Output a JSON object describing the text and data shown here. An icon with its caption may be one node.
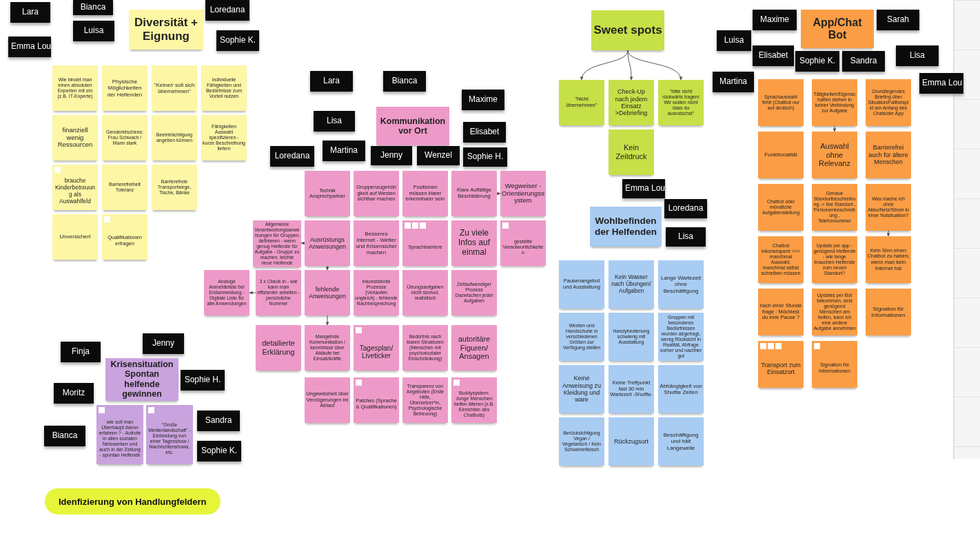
{
  "diagram": {
    "title": "Idenfizierung von Handlungfeldern",
    "nodes": [
      {
        "text": [
          "Lara"
        ]
      },
      {
        "text": [
          "Bianca"
        ]
      },
      {
        "text": [
          "Luisa"
        ]
      },
      {
        "text": [
          "Emma Lou"
        ]
      },
      {
        "text": [
          "Diversität + Eignung"
        ]
      },
      {
        "text": [
          "Loredana"
        ]
      },
      {
        "text": [
          "Sophie K."
        ]
      },
      {
        "text": [
          "Wie bindet man einen absoluten Experten mit ein (z.B. IT-Experte)"
        ]
      },
      {
        "text": [
          "Physische Möglichkeiten der Helfenden"
        ]
      },
      {
        "text": [
          "\"Keine/r soll sich übernehmen\""
        ]
      },
      {
        "text": [
          "Individuelle Fähigkeiten und Bedürfnisse zum Vorteil nutzen"
        ]
      },
      {
        "text": [
          "finanziell wenig Ressourcen"
        ]
      },
      {
        "text": [
          "Genderklischees: Frau Schwach / Mann stark"
        ]
      },
      {
        "text": [
          "Beeinträchtigung angeben können"
        ]
      },
      {
        "text": [
          "Fähigkeiten Auswahl spezifizieren - kurze Beschreibung liefern"
        ]
      },
      {
        "text": [
          "brauche Kinderbetreuung als Auswahlfeld"
        ]
      },
      {
        "text": [
          "Barrierefreiheit Toleranz"
        ]
      },
      {
        "text": [
          "Barrierefreie Transportwege, Tische, Bänke"
        ]
      },
      {
        "text": [
          "Unversichert"
        ]
      },
      {
        "text": [
          "Qualifikationen erfragen"
        ]
      },
      {
        "text": [
          "Lara"
        ]
      },
      {
        "text": [
          "Bianca"
        ]
      },
      {
        "text": [
          "Maxime"
        ]
      },
      {
        "text": [
          "Lisa"
        ]
      },
      {
        "text": [
          "Kommunikation vor Ort"
        ]
      },
      {
        "text": [
          "Elisabet"
        ]
      },
      {
        "text": [
          "Loredana"
        ]
      },
      {
        "text": [
          "Martina"
        ]
      },
      {
        "text": [
          "Jenny"
        ]
      },
      {
        "text": [
          "Wenzel"
        ]
      },
      {
        "text": [
          "Sophie H."
        ]
      },
      {
        "text": [
          "Technik Ansprechpartner"
        ]
      },
      {
        "text": [
          "Gruppenzugehörigkeit auf Westen sichtbar machen"
        ]
      },
      {
        "text": [
          "Positionen müssen klarer erkennbarer sein"
        ]
      },
      {
        "text": [
          "Klare Auffällige Beschilderung"
        ]
      },
      {
        "text": [
          "Wegweiser - Orientierungssystem"
        ]
      },
      {
        "text": [
          "Allgemeine Verantwortungsanweisungen für Gruppen definieren - wenn genug Helfende für Aufgabe - Gruppe zu machen, leichte neue Helfende"
        ]
      },
      {
        "text": [
          "Ausrüstungs Anweisungen"
        ]
      },
      {
        "text": [
          "Besseres Internet - Wetter und Krisensicher machen"
        ]
      },
      {
        "text": [
          "Sprachbarriere"
        ]
      },
      {
        "text": [
          "Zu viele Infos auf einmal"
        ]
      },
      {
        "text": [
          "gestellte Verantwortlichkeiten"
        ]
      },
      {
        "text": [
          "Analoge Anmeldeliste bei Erstanmeldung - Digitale Liste für alle Anwendungen"
        ]
      },
      {
        "text": [
          "3 x Check in - wie kann man effizienter arbeiten - persönliche Nummer"
        ]
      },
      {
        "text": [
          "fehlende Anweisungen"
        ]
      },
      {
        "text": [
          "Inkonsistente Prozesse (Verlaufen ungleich) - fehlende Nachbesprechung"
        ]
      },
      {
        "text": [
          "Übungsaufgaben nicht sinnvol, realistisch"
        ]
      },
      {
        "text": [
          "Zeitaufwendiger Prozess Dazwischen jeder Aufgaben"
        ]
      },
      {
        "text": [
          "detailierte Erklärung"
        ]
      },
      {
        "text": [
          "Mangelnde Kommunikation / kenntnisse über Abläufe bei Einsatzkräfte"
        ]
      },
      {
        "text": [
          "Tagesplan/ Liveticker"
        ]
      },
      {
        "text": [
          "Bedürfnis nach klaren Strukturen (Menschen mit psychosozialer Einschränkung)"
        ]
      },
      {
        "text": [
          "autoritäre Figuren/ Ansagen"
        ]
      },
      {
        "text": [
          "Ungewissheit über Verzögerungen im Ablauf"
        ]
      },
      {
        "text": [
          "Patches (Sprache & Qualifikationen)"
        ]
      },
      {
        "text": [
          "Transparenz von Angeboten (Erste Hilfe, Übersetzer*in, Psychologische Betreuung)"
        ]
      },
      {
        "text": [
          "Buddysystem: Junge Menschen helfen älteren (z.B. Einrichten des Chatbots)"
        ]
      },
      {
        "text": [
          "Sweet spots"
        ]
      },
      {
        "text": [
          "\"Nicht übernehmen\""
        ]
      },
      {
        "text": [
          "Check-Up nach jedem Einsatz >Debriefing"
        ]
      },
      {
        "text": [
          "\"bitte nicht rückwärts tragen/ Wir wollen nicht dass du ausrutschst\""
        ]
      },
      {
        "text": [
          "Kein Zeitdruck"
        ]
      },
      {
        "text": [
          "Emma Lou"
        ]
      },
      {
        "text": [
          "Loredana"
        ]
      },
      {
        "text": [
          "Wohlbefinden der Helfenden"
        ]
      },
      {
        "text": [
          "Lisa"
        ]
      },
      {
        "text": [
          "Pausenangebot und Ausstattung"
        ]
      },
      {
        "text": [
          "Kein Wasser nach Übungen/ Aufgaben"
        ]
      },
      {
        "text": [
          "Lange Wartezeit ohne Beschäftigung"
        ]
      },
      {
        "text": [
          "Westen und Handschuhe in verschiedenen Größen zur Verfügung stellen"
        ]
      },
      {
        "text": [
          "Handybedienung schwierig mit Ausstattung"
        ]
      },
      {
        "text": [
          "Gruppen mit besonderen Bedürfnissen wurden abgefragt, wenig Rücksicht in Realität, Abfrage vorher und nachher gut"
        ]
      },
      {
        "text": [
          "Keine Anweisung zu Kleidung und ware"
        ]
      },
      {
        "text": [
          "Keine Treffpunkt fast 30 min Wartezeit -Shuffle-"
        ]
      },
      {
        "text": [
          "Abhängigkeit von Shuttle Zeiten"
        ]
      },
      {
        "text": [
          "Berücksichtigung Vegan / Vegetarisch / Kein Schweinefleisch"
        ]
      },
      {
        "text": [
          "Rückzugsort"
        ]
      },
      {
        "text": [
          "Beschäftigung und hält Langeweile"
        ]
      },
      {
        "text": [
          "Maxime"
        ]
      },
      {
        "text": [
          "App/Chat Bot"
        ]
      },
      {
        "text": [
          "Sarah"
        ]
      },
      {
        "text": [
          "Luisa"
        ]
      },
      {
        "text": [
          "Elisabet"
        ]
      },
      {
        "text": [
          "Sophie K."
        ]
      },
      {
        "text": [
          "Sandra"
        ]
      },
      {
        "text": [
          "Lisa"
        ]
      },
      {
        "text": [
          "Martina"
        ]
      },
      {
        "text": [
          "Emma Lou"
        ]
      },
      {
        "text": [
          "Sprachauswahl fehlt (Chatbot nur auf deutsch)"
        ]
      },
      {
        "text": [
          "Tätigkeiten/Eigenschaften stehen in keiner Verbindung zur Aufgabe"
        ]
      },
      {
        "text": [
          "Grundlegendes Briefing über Situation/Fallbeispiel am Anfang des Chats/der App"
        ]
      },
      {
        "text": [
          "Funktionalität"
        ]
      },
      {
        "text": [
          "Auswahl ohne Relevanz"
        ]
      },
      {
        "text": [
          "Barrierefrei auch für ältere Menschen"
        ]
      },
      {
        "text": [
          "Chatbot oder mündliche Aufgabenstellung"
        ]
      },
      {
        "text": [
          "Genaue Standortbeschreibung -> live Standort , Personenbeschreibung , Telefonnummer"
        ]
      },
      {
        "text": [
          "Was mache ich ohne Akku/Netz/Strom in einer Notsituation?"
        ]
      },
      {
        "text": [
          "Chatbot inkonsequent ==> manchmal Auswahl, manchmal selbst schreiben müssen"
        ]
      },
      {
        "text": [
          "Update per app - genügend Helfende - wie lange brauchen Helfende zum neuen Standort?"
        ]
      },
      {
        "text": [
          "Kein Sinn einen Chatbot zu haben, wenn man kein Internet hat"
        ]
      },
      {
        "text": [
          "nach einer Stunde frage : Möchtest du eine Pause ?"
        ]
      },
      {
        "text": [
          "Updates per Bot bekommen, sind genügend Menschen am helfen, kann ich eine andere Aufgabe annehmen"
        ]
      },
      {
        "text": [
          "Signalton für Informationen"
        ]
      },
      {
        "text": [
          "Transport zum Einsatzort"
        ]
      },
      {
        "text": [
          "Signalton für Informationen"
        ]
      },
      {
        "text": [
          "Finja"
        ]
      },
      {
        "text": [
          "Jenny"
        ]
      },
      {
        "text": [
          "Krisensituation Spontan helfende gewinnen"
        ]
      },
      {
        "text": [
          "Sophie H."
        ]
      },
      {
        "text": [
          "Moritz"
        ]
      },
      {
        "text": [
          "Sandra"
        ]
      },
      {
        "text": [
          "Bianca"
        ]
      },
      {
        "text": [
          "wie soll man Überhaupt davon erfahren ? - Aufrufe in allen sozialen Netzwerken und auch in der Zeitung - spontan Helfende"
        ]
      },
      {
        "text": [
          "\"Große Medienlandschaft\" - Einbindung von einer Tagesshow / Nachrichtenshows, etc."
        ]
      },
      {
        "text": [
          "Sophie K."
        ]
      }
    ],
    "edges": [
      {
        "from": 34,
        "to": 35,
        "arrow": "to"
      },
      {
        "from": 37,
        "to": 36,
        "arrow": "to"
      },
      {
        "from": 43,
        "to": 42,
        "arrow": "to"
      },
      {
        "from": 37,
        "to": 44,
        "arrow": "to"
      },
      {
        "from": 44,
        "to": 49,
        "arrow": "to"
      },
      {
        "from": 57,
        "to": 58,
        "arrow": "to"
      },
      {
        "from": 57,
        "to": 59,
        "arrow": "to"
      },
      {
        "from": 57,
        "to": 60,
        "arrow": "to"
      },
      {
        "from": 89,
        "to": 92,
        "arrow": "to"
      },
      {
        "from": 96,
        "to": 99,
        "arrow": "to"
      }
    ]
  }
}
